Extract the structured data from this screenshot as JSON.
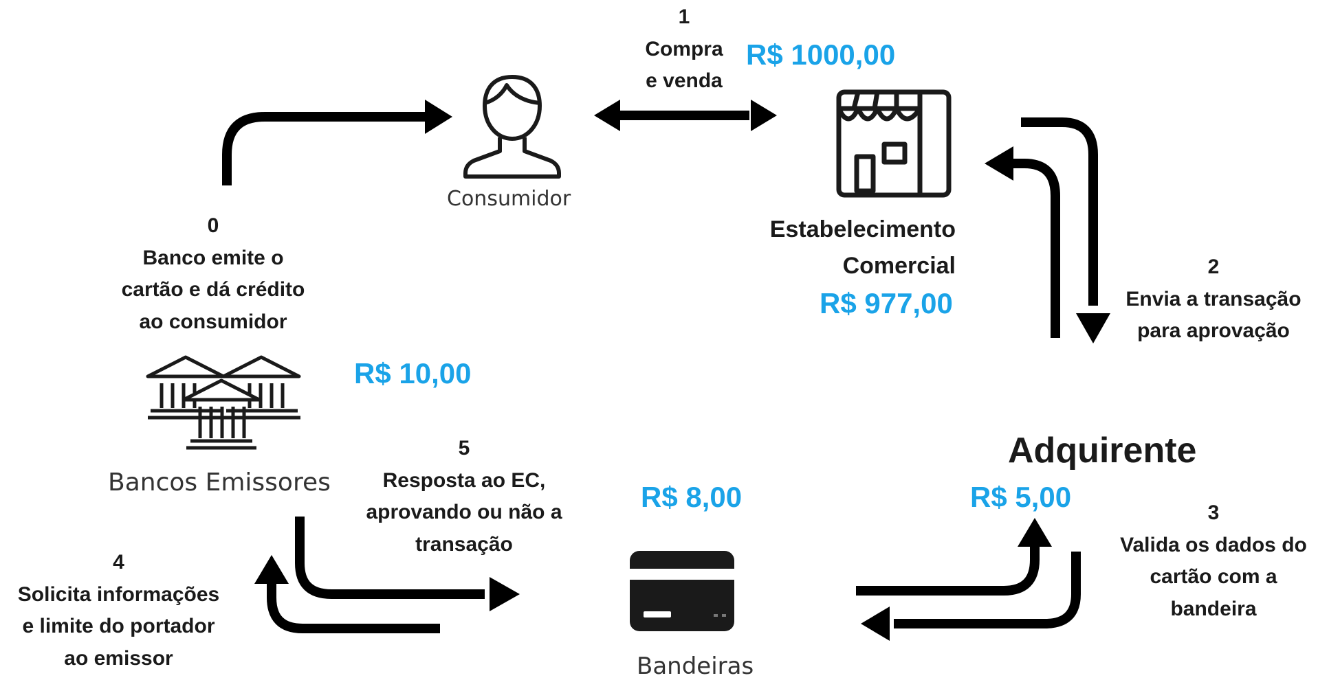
{
  "colors": {
    "value": "#1aa3e8",
    "stroke": "#000000",
    "text": "#1a1a1a"
  },
  "icons": {
    "consumer": "person-icon",
    "merchant": "store-icon",
    "banks": "bank-buildings-icon",
    "card": "credit-card-icon"
  },
  "nodes": {
    "consumer": {
      "label": "Consumidor"
    },
    "merchant": {
      "label_line1": "Estabelecimento",
      "label_line2": "Comercial",
      "value": "R$ 977,00"
    },
    "banks": {
      "label": "Bancos Emissores",
      "value": "R$ 10,00"
    },
    "brands": {
      "label": "Bandeiras",
      "value": "R$ 8,00"
    },
    "acquirer": {
      "label": "Adquirente",
      "value": "R$ 5,00"
    }
  },
  "steps": {
    "s0": {
      "num": "0",
      "line1": "Banco emite o",
      "line2": "cartão e dá crédito",
      "line3": "ao consumidor"
    },
    "s1": {
      "num": "1",
      "line1": "Compra",
      "line2": "e venda",
      "value": "R$ 1000,00"
    },
    "s2": {
      "num": "2",
      "line1": "Envia a transação",
      "line2": "para aprovação"
    },
    "s3": {
      "num": "3",
      "line1": "Valida os dados do",
      "line2": "cartão com a",
      "line3": "bandeira"
    },
    "s4": {
      "num": "4",
      "line1": "Solicita informações",
      "line2": "e limite do portador",
      "line3": "ao emissor"
    },
    "s5": {
      "num": "5",
      "line1": "Resposta ao EC,",
      "line2": "aprovando ou não a",
      "line3": "transação"
    }
  }
}
